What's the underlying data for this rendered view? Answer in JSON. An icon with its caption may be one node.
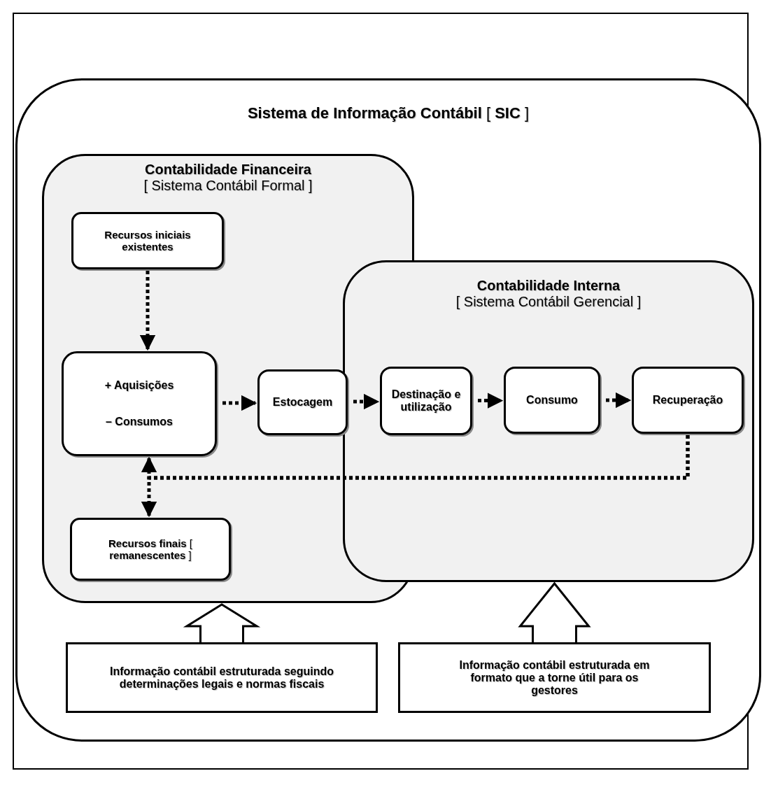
{
  "diagram": {
    "nodes": [
      {
        "text": [
          "**Sistema de Informação Contábil** [ **SIC** ]"
        ]
      },
      {
        "text": [
          "Contabilidade Financeira",
          "[ Sistema Contábil Formal ]"
        ],
        "in": 0
      },
      {
        "text": [
          "Recursos iniciais existentes"
        ],
        "in": 1
      },
      {
        "text": [
          "+ Aquisições",
          "– Consumos"
        ],
        "in": 1
      },
      {
        "text": [
          "**Recursos finais** [ **remanescentes** ]"
        ],
        "in": 1
      },
      {
        "text": [
          "Contabilidade Interna",
          "[ Sistema Contábil Gerencial ]"
        ],
        "in": 0
      },
      {
        "text": [
          "Estocagem"
        ],
        "in": 1
      },
      {
        "text": [
          "Destinação e utilização"
        ],
        "in": 5
      },
      {
        "text": [
          "Consumo"
        ],
        "in": 5
      },
      {
        "text": [
          "Recuperação"
        ],
        "in": 5
      },
      {
        "text": [
          "Informação contábil estruturada seguindo determinações legais e normas fiscais"
        ],
        "in": 0
      },
      {
        "text": [
          "Informação contábil estruturada em formato que a torne útil para os gestores"
        ],
        "in": 0
      }
    ],
    "edges": [
      {
        "from": 2,
        "to": 3,
        "arrow": "to",
        "style": "dashed"
      },
      {
        "from": 3,
        "to": 6,
        "arrow": "to",
        "style": "dashed"
      },
      {
        "from": 6,
        "to": 7,
        "arrow": "to",
        "style": "dashed"
      },
      {
        "from": 7,
        "to": 8,
        "arrow": "to",
        "style": "dashed"
      },
      {
        "from": 8,
        "to": 9,
        "arrow": "to",
        "style": "dashed"
      },
      {
        "from": 9,
        "to": 3,
        "arrow": "to",
        "style": "dashed"
      },
      {
        "from": 9,
        "to": 4,
        "arrow": "to",
        "style": "dashed"
      },
      {
        "from": 10,
        "to": 1,
        "arrow": "to",
        "style": "thick"
      },
      {
        "from": 11,
        "to": 5,
        "arrow": "to",
        "style": "thick"
      }
    ]
  }
}
